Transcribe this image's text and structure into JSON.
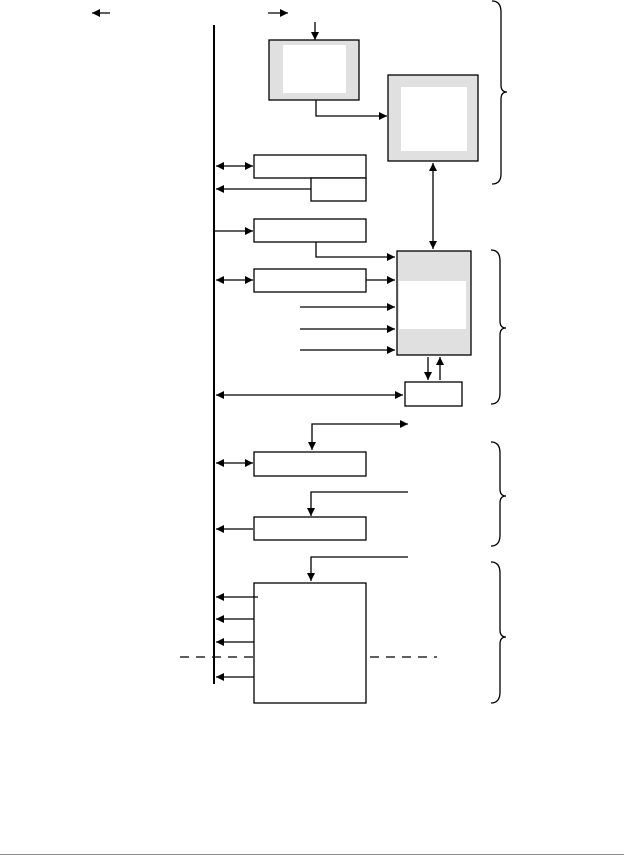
{
  "colors": {
    "line": "#000000",
    "fill_gray": "#e0e0e0",
    "fill_white": "#ffffff",
    "rule": "#8c8c8c"
  },
  "diagram": {
    "blocks": [
      {
        "id": "top-block-a",
        "shape": "gray-frame"
      },
      {
        "id": "top-block-b",
        "shape": "gray-frame"
      },
      {
        "id": "register-1",
        "shape": "rect"
      },
      {
        "id": "register-1-tab",
        "shape": "rect"
      },
      {
        "id": "register-2",
        "shape": "rect"
      },
      {
        "id": "register-3",
        "shape": "rect"
      },
      {
        "id": "middle-block",
        "shape": "gray-frame"
      },
      {
        "id": "small-block",
        "shape": "rect"
      },
      {
        "id": "register-4",
        "shape": "rect"
      },
      {
        "id": "register-5",
        "shape": "rect"
      },
      {
        "id": "bottom-block",
        "shape": "rect"
      }
    ],
    "groups": [
      {
        "id": "group-1-brace",
        "spans": [
          "top-block-a",
          "top-block-b"
        ]
      },
      {
        "id": "group-2-brace",
        "spans": [
          "middle-block",
          "small-block"
        ]
      },
      {
        "id": "group-3-brace",
        "spans": [
          "register-4",
          "register-5"
        ]
      },
      {
        "id": "group-4-brace",
        "spans": [
          "bottom-block"
        ]
      }
    ]
  }
}
